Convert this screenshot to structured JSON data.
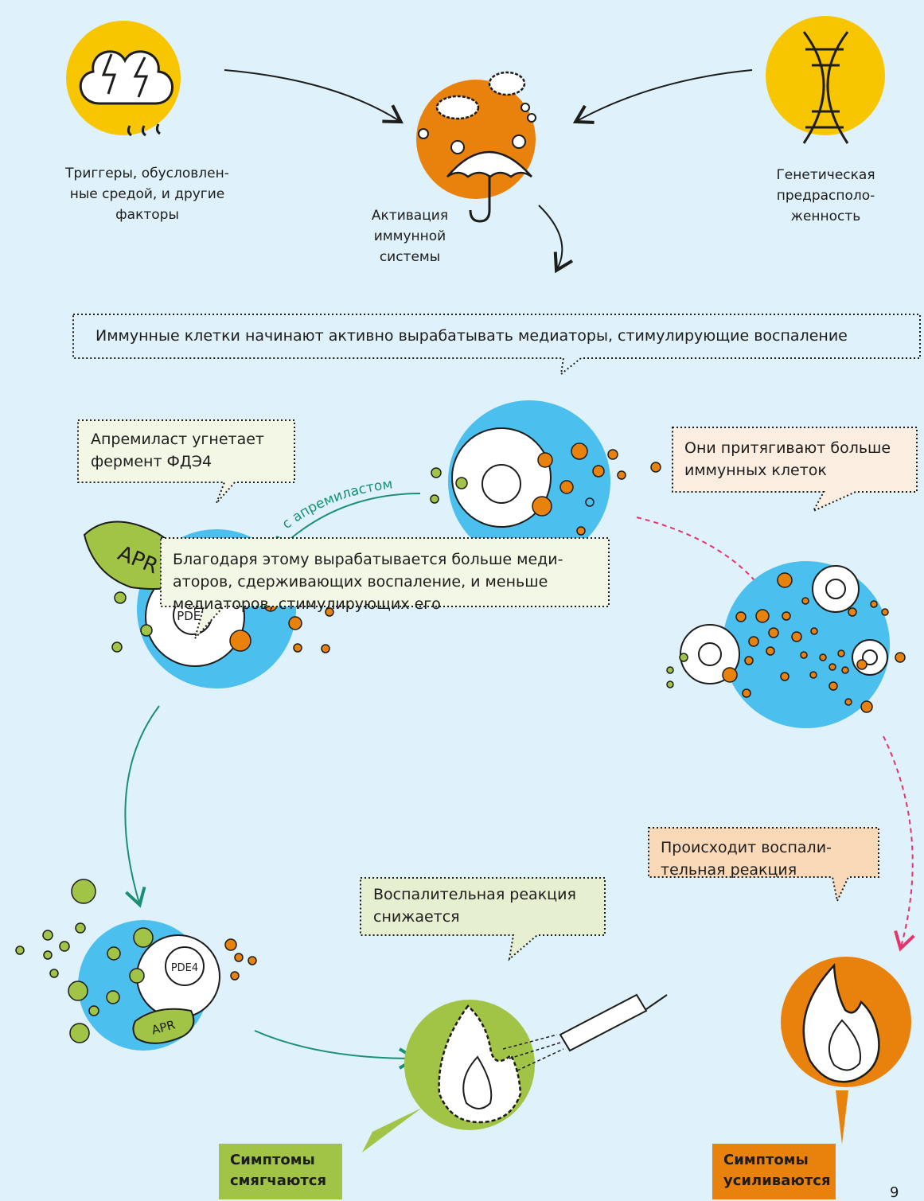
{
  "top": {
    "triggers_label": "Триггеры, обусловлен-\nные средой, и другие\nфакторы",
    "activation_label": "Активация\nиммунной системы",
    "genetic_label": "Генетическая\nпредрасполо-\nженность"
  },
  "callouts": {
    "mediators": "Иммунные клетки начинают активно вырабатывать медиаторы, стимулирующие воспаление",
    "apremilast": "Апремиласт угнетает\nфермент ФДЭ4",
    "attract": "Они притягивают больше\nиммунных клеток",
    "balance": "Благодаря этому вырабатывается больше меди-\nаторов, сдерживающих воспаление, и меньше\nмедиаторов, стимулирующих его",
    "inflammation": "Происходит воспали-\nтельная реакция",
    "reduced": "Воспалительная реакция\nснижается"
  },
  "labels": {
    "with_apremilast": "с апремиластом",
    "apr": "APR",
    "pde4": "PDE4"
  },
  "results": {
    "soften": "Симптомы\nсмягчаются",
    "worsen": "Симптомы\nусиливаются"
  },
  "page_number": "9",
  "colors": {
    "background": "#dff1fa",
    "yellow": "#f7c600",
    "orange": "#e8820c",
    "blue": "#4bbfee",
    "green": "#a2c446",
    "teal": "#1a8f74",
    "pink": "#e5336b",
    "callout_green": "#f3f7e6",
    "callout_peach": "#fbeee1",
    "callout_lightgreen": "#e6efcf",
    "callout_orange": "#f9d9b8"
  }
}
